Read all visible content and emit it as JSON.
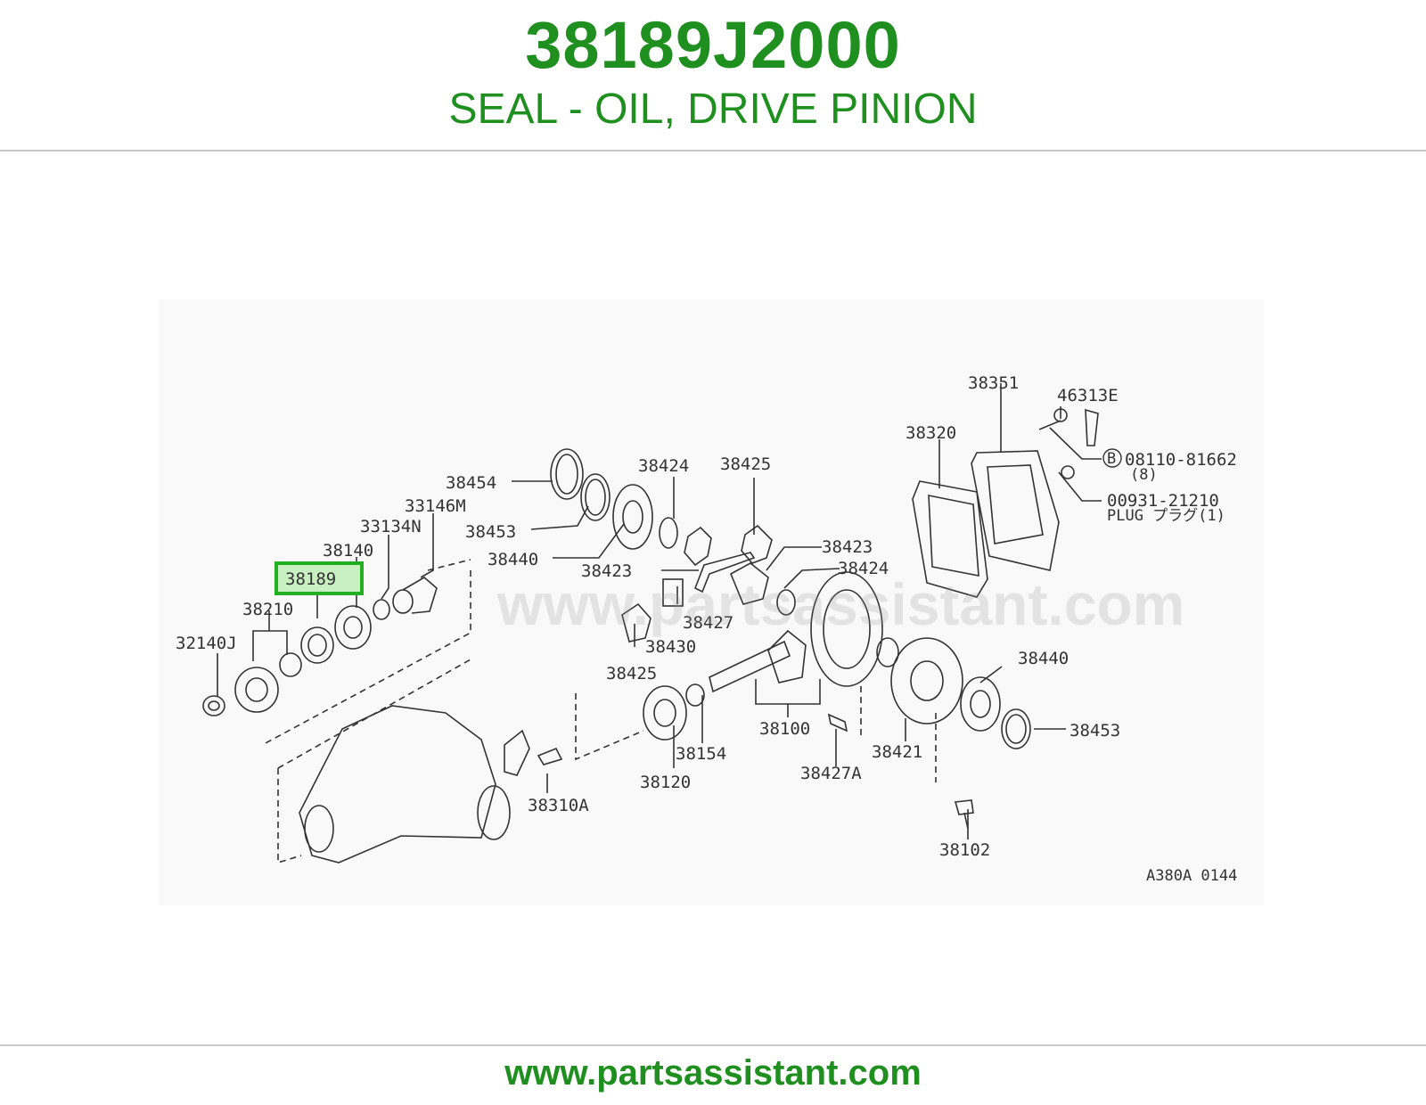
{
  "header": {
    "part_number": "38189J2000",
    "part_name": "SEAL - OIL, DRIVE PINION"
  },
  "diagram": {
    "highlighted_part": "38189",
    "labels": [
      "38454",
      "38453",
      "38440",
      "38424",
      "38425",
      "38423",
      "38427",
      "38430",
      "38425",
      "38423",
      "38424",
      "33146M",
      "33134N",
      "38140",
      "38189",
      "38210",
      "32140J",
      "38351",
      "46313E",
      "38320",
      "08110-81662",
      "(8)",
      "00931-21210",
      "PLUG プラグ(1)",
      "38100",
      "38154",
      "38120",
      "38440",
      "38453",
      "38421",
      "38427A",
      "38102",
      "38310A",
      "A380A 0144"
    ],
    "bolt_symbol": "B",
    "watermark": "www.partsassistant.com"
  },
  "footer": {
    "url": "www.partsassistant.com"
  }
}
